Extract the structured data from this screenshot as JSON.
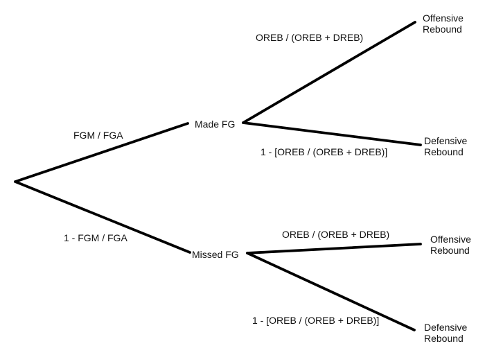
{
  "diagram": {
    "type": "probability-tree",
    "topic": "field-goal-and-rebound-outcomes",
    "colors": {
      "line": "#000000",
      "text": "#111111",
      "background": "#ffffff"
    },
    "nodes": {
      "made_fg": "Made FG",
      "missed_fg": "Missed FG",
      "offensive_rebound_after_made": "Offensive Rebound",
      "defensive_rebound_after_made": "Defensive Rebound",
      "offensive_rebound_after_missed": "Offensive Rebound",
      "defensive_rebound_after_missed": "Defensive Rebound"
    },
    "edge_labels": {
      "made_fg_probability": "FGM / FGA",
      "missed_fg_probability": "1 - FGM / FGA",
      "oreb_after_made_probability": "OREB / (OREB + DREB)",
      "dreb_after_made_probability": "1 - [OREB / (OREB + DREB)]",
      "oreb_after_missed_probability": "OREB / (OREB + DREB)",
      "dreb_after_missed_probability": "1 - [OREB / (OREB + DREB)]"
    }
  }
}
